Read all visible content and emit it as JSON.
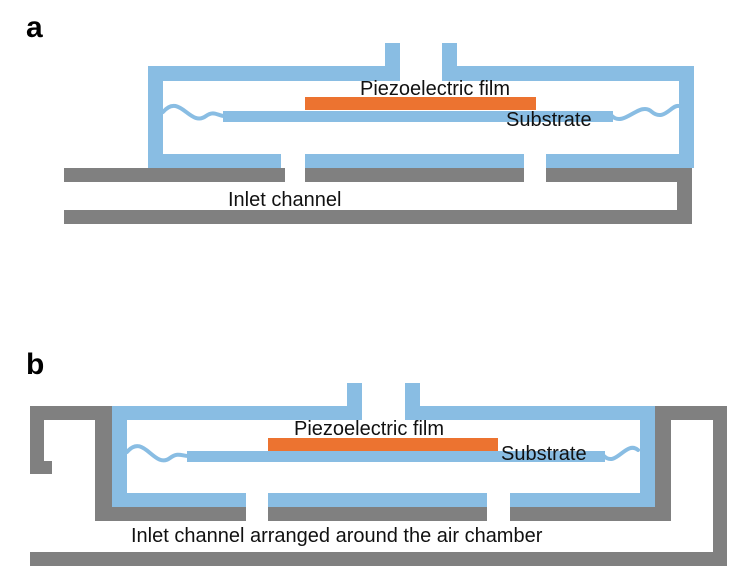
{
  "panels": [
    {
      "letter": "a",
      "labels": {
        "film": "Piezoelectric film",
        "substrate": "Substrate",
        "channel": "Inlet channel"
      }
    },
    {
      "letter": "b",
      "labels": {
        "film": "Piezoelectric film",
        "substrate": "Substrate",
        "channel": "Inlet channel arranged around the air chamber"
      }
    }
  ],
  "colors": {
    "chamber": "#89bde3",
    "channel": "#808080",
    "film": "#ec7330",
    "text": "#111111"
  }
}
